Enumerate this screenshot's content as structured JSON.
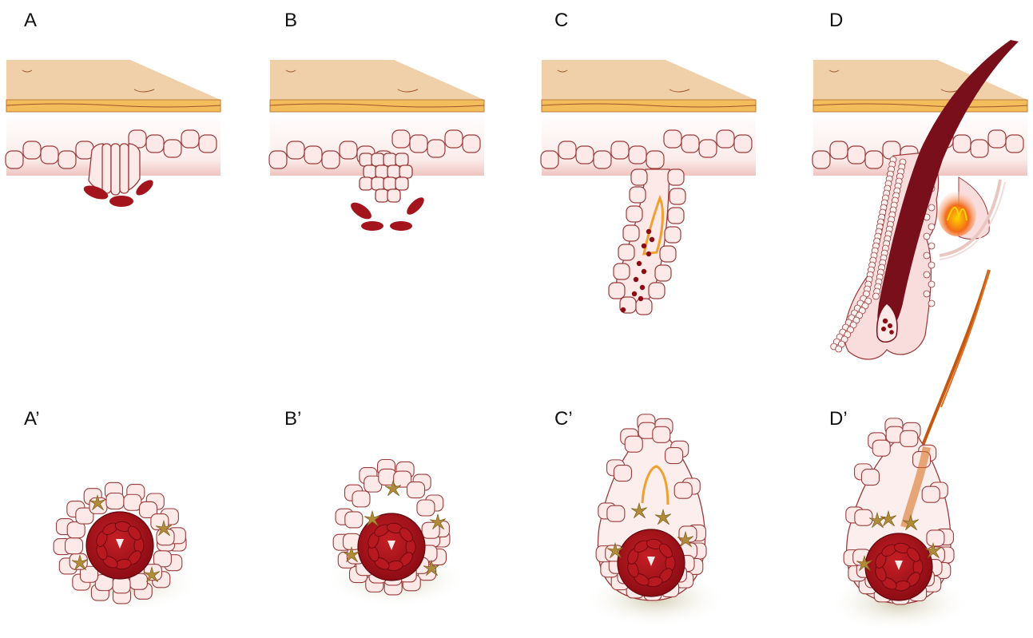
{
  "panels": {
    "a": {
      "label": "A"
    },
    "b": {
      "label": "B"
    },
    "c": {
      "label": "C"
    },
    "d": {
      "label": "D"
    },
    "a_prime": {
      "label": "A’"
    },
    "b_prime": {
      "label": "B’"
    },
    "c_prime": {
      "label": "C’"
    },
    "d_prime": {
      "label": "D’"
    }
  },
  "colors": {
    "skin_surface": "#efd0a8",
    "skin_band": "#f2bd5a",
    "cell_fill": "#fdeae8",
    "cell_stroke": "#9b3a3a",
    "dermal_cells": "#a3141c",
    "hair_shaft": "#7a0f1c",
    "new_hair": "#c4580f",
    "melanocyte": "#b08c3a",
    "gland": "#f26b1a"
  }
}
